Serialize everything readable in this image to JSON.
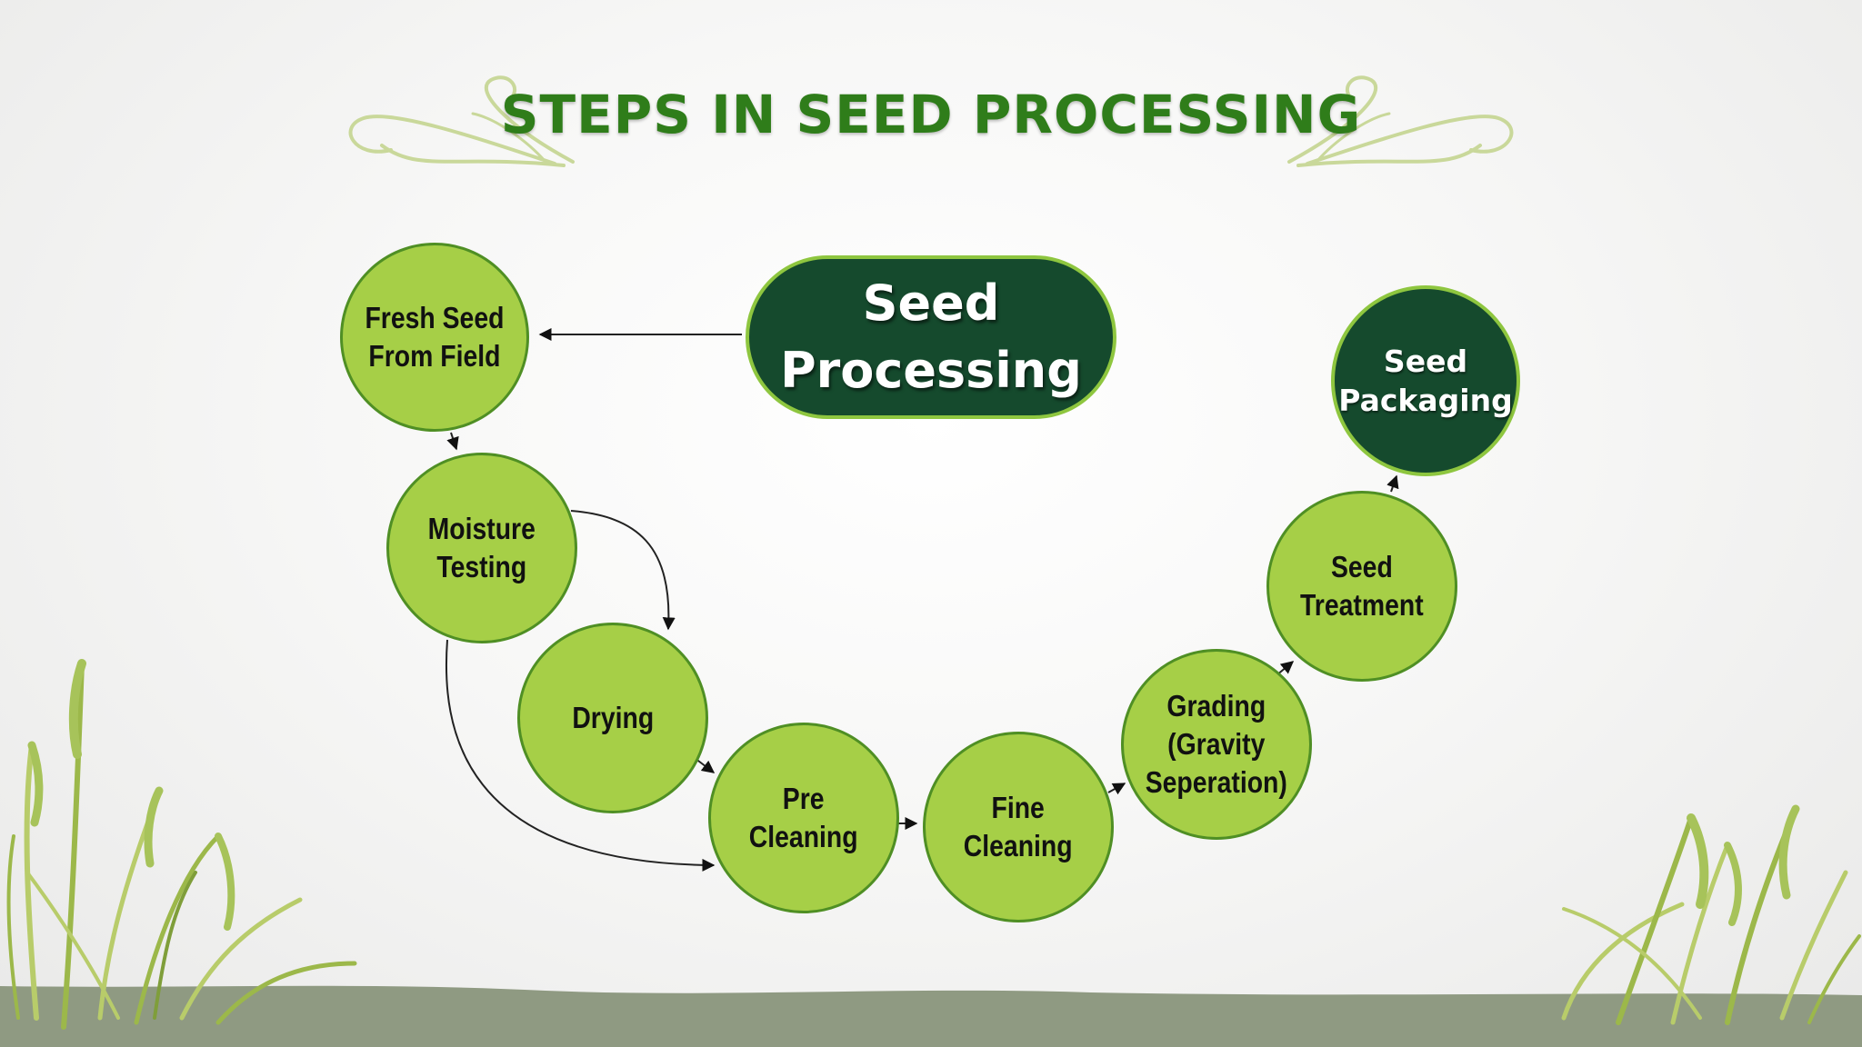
{
  "title": "STEPS IN SEED PROCESSING",
  "hub": {
    "label": "Seed\nProcessing"
  },
  "steps": [
    {
      "label": "Fresh Seed\nFrom Field"
    },
    {
      "label": "Moisture\nTesting"
    },
    {
      "label": "Drying"
    },
    {
      "label": "Pre\nCleaning"
    },
    {
      "label": "Fine\nCleaning"
    },
    {
      "label": "Grading\n(Gravity\nSeperation)"
    },
    {
      "label": "Seed\nTreatment"
    },
    {
      "label": "Seed\nPackaging"
    }
  ],
  "colors": {
    "title": "#2f7d1a",
    "step_fill": "#a6cf47",
    "step_border": "#4f8f24",
    "dark_fill": "#154a2d",
    "dark_border": "#8ec63f",
    "ground": "#8f9a82"
  }
}
